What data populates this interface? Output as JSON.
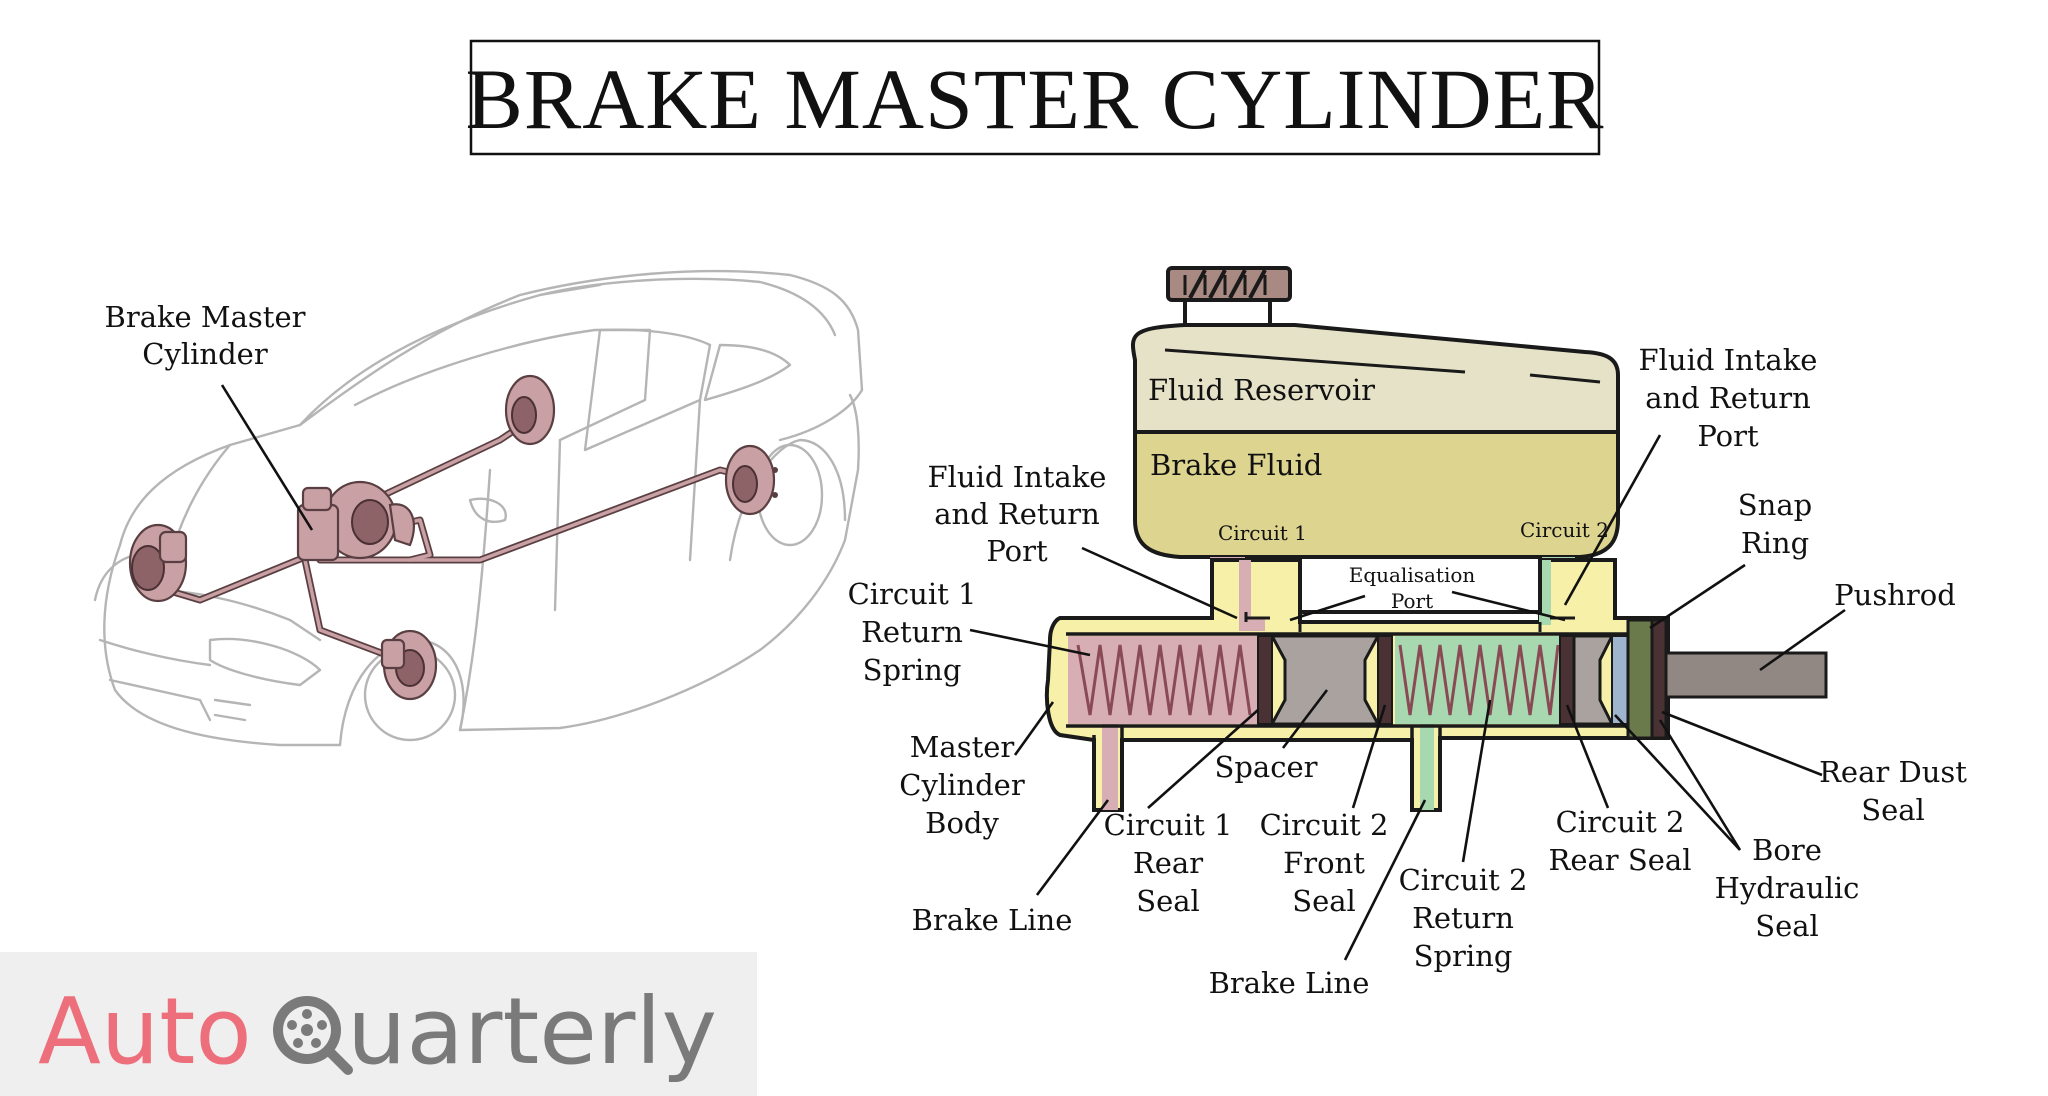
{
  "title": "BRAKE MASTER CYLINDER",
  "car_label": [
    "Brake Master",
    "Cylinder"
  ],
  "labels": {
    "fluid_reservoir": "Fluid Reservoir",
    "brake_fluid": "Brake Fluid",
    "circuit1_small": "Circuit 1",
    "circuit2_small": "Circuit 2",
    "equalisation_port": [
      "Equalisation",
      "Port"
    ],
    "fluid_intake_left": [
      "Fluid Intake",
      "and Return",
      "Port"
    ],
    "fluid_intake_right": [
      "Fluid Intake",
      "and Return",
      "Port"
    ],
    "circuit1_return_spring": [
      "Circuit 1",
      "Return",
      "Spring"
    ],
    "master_cylinder_body": [
      "Master",
      "Cylinder",
      "Body"
    ],
    "brake_line_left": "Brake Line",
    "circuit1_rear_seal": [
      "Circuit 1",
      "Rear",
      "Seal"
    ],
    "spacer": "Spacer",
    "circuit2_front_seal": [
      "Circuit 2",
      "Front",
      "Seal"
    ],
    "circuit2_return_spring": [
      "Circuit 2",
      "Return",
      "Spring"
    ],
    "brake_line_bottom": "Brake Line",
    "circuit2_rear_seal": [
      "Circuit 2",
      "Rear Seal"
    ],
    "bore_hydraulic_seal": [
      "Bore",
      "Hydraulic",
      "Seal"
    ],
    "snap_ring": [
      "Snap",
      "Ring"
    ],
    "pushrod": "Pushrod",
    "rear_dust_seal": [
      "Rear Dust",
      "Seal"
    ]
  },
  "logo": {
    "part1": "Auto",
    "part2": "Quarterly"
  },
  "colors": {
    "reservoir_top": "#e6e2c8",
    "brake_fluid": "#ddd490",
    "body": "#f7f0a8",
    "circuit1": "#d6aeb4",
    "circuit2": "#a8d8b0",
    "piston": "#a9a29f",
    "snap_ring": "#6a7a4a",
    "pushrod": "#918884",
    "logo_auto": "#ec6f7b",
    "logo_quarterly": "#7a7a7a",
    "logo_bg": "#efefef"
  }
}
